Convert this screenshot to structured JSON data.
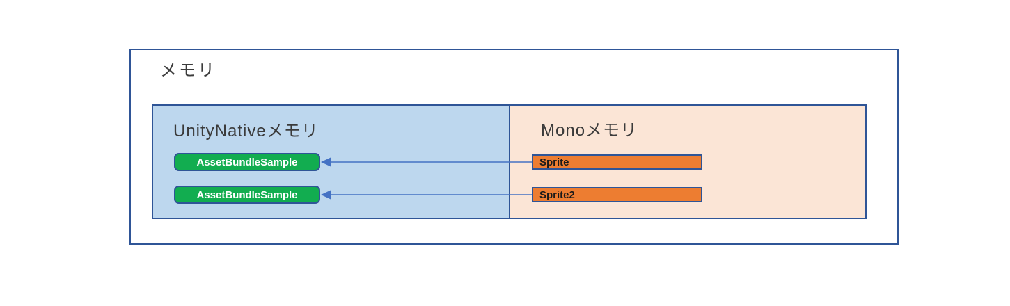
{
  "title": "メモリ",
  "regions": [
    {
      "label": "UnityNativeメモリ",
      "fill": "#BDD7EE",
      "items": [
        {
          "label": "AssetBundleSample"
        },
        {
          "label": "AssetBundleSample"
        }
      ]
    },
    {
      "label": "Monoメモリ",
      "fill": "#FBE5D6",
      "items": [
        {
          "label": "Sprite"
        },
        {
          "label": "Sprite2"
        }
      ]
    }
  ],
  "arrows": [
    {
      "from": "Sprite",
      "to": "AssetBundleSample"
    },
    {
      "from": "Sprite2",
      "to": "AssetBundleSample"
    }
  ],
  "colors": {
    "border": "#2F5597",
    "arrow": "#4472C4",
    "unity_fill": "#BDD7EE",
    "mono_fill": "#FBE5D6",
    "asset_fill": "#12AD50",
    "sprite_fill": "#ED7D31",
    "title_color": "#3B3B3B"
  }
}
